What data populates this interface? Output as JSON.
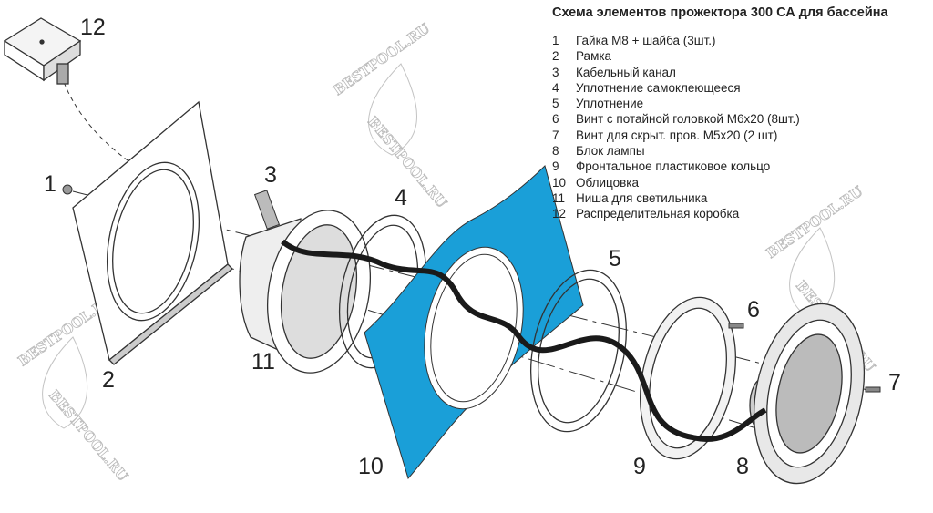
{
  "title": "Схема элементов прожектора 300 СА для бассейна",
  "legend": [
    {
      "num": "1",
      "label": "Гайка М8 + шайба (3шт.)"
    },
    {
      "num": "2",
      "label": "Рамка"
    },
    {
      "num": "3",
      "label": "Кабельный канал"
    },
    {
      "num": "4",
      "label": "Уплотнение самоклеющееся"
    },
    {
      "num": "5",
      "label": "Уплотнение"
    },
    {
      "num": "6",
      "label": "Винт с потайной головкой М6х20 (8шт.)"
    },
    {
      "num": "7",
      "label": "Винт для скрыт. пров. М5х20 (2 шт)"
    },
    {
      "num": "8",
      "label": "Блок лампы"
    },
    {
      "num": "9",
      "label": "Фронтальное пластиковое кольцо"
    },
    {
      "num": "10",
      "label": "Облицовка"
    },
    {
      "num": "11",
      "label": "Ниша для светильника"
    },
    {
      "num": "12",
      "label": "Распределительная коробка"
    }
  ],
  "watermark": "BESTPOOL.RU",
  "colors": {
    "liner": "#1a9fd8",
    "cable": "#1a1a1a",
    "line": "#333333"
  }
}
